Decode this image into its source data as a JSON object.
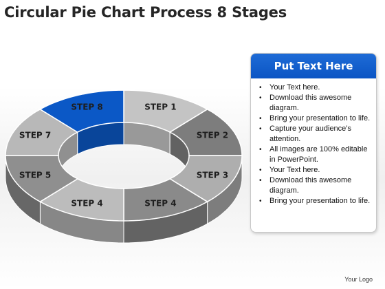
{
  "title": "Circular Pie Chart Process 8 Stages",
  "ring": {
    "segments": [
      {
        "label": "STEP 1",
        "color": "#c4c4c4"
      },
      {
        "label": "STEP 2",
        "color": "#7d7d7d"
      },
      {
        "label": "STEP 3",
        "color": "#aeaeae"
      },
      {
        "label": "STEP 4",
        "color": "#8a8a8a"
      },
      {
        "label": "STEP 4",
        "color": "#bcbcbc"
      },
      {
        "label": "STEP 5",
        "color": "#8f8f8f"
      },
      {
        "label": "STEP 7",
        "color": "#b8b8b8"
      },
      {
        "label": "STEP 8",
        "color": "#0b58c6"
      }
    ]
  },
  "panel": {
    "header": "Put Text Here",
    "header_color": "#0b55c4",
    "bullets": [
      "Your Text here.",
      "Download this awesome diagram.",
      "Bring your presentation to life.",
      "Capture your audience’s attention.",
      "All images are 100% editable in PowerPoint.",
      "Your Text here.",
      "Download this awesome diagram.",
      "Bring your presentation to life."
    ]
  },
  "footer": {
    "logo_text": "Your Logo"
  }
}
